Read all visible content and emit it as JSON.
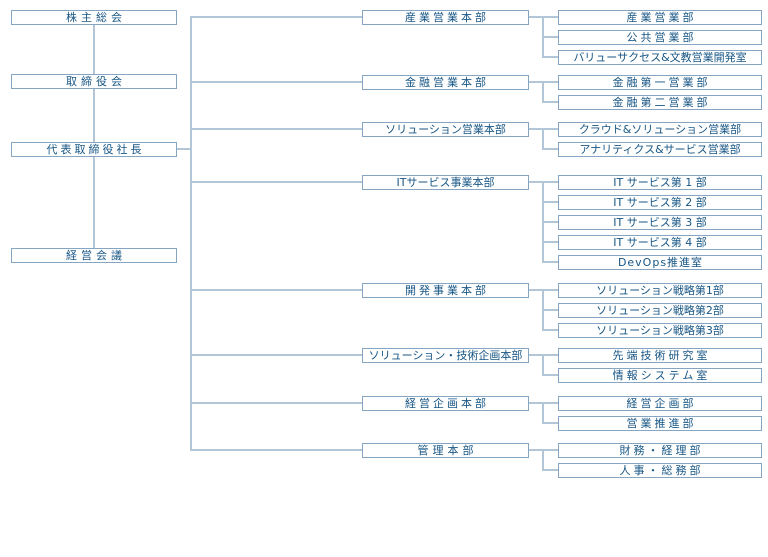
{
  "diagram_type": "organization-chart",
  "colors": {
    "box_border": "#86a5c3",
    "text": "#175685",
    "connector_line": "#b3c6d8",
    "background": "#ffffff"
  },
  "governance": [
    {
      "label": "株主総会"
    },
    {
      "label": "取締役会"
    },
    {
      "label": "代表取締役社長"
    },
    {
      "label": "経営会議"
    }
  ],
  "divisions": [
    {
      "label": "産業営業本部",
      "departments": [
        "産業営業部",
        "公共営業部",
        "バリューサクセス&文教営業開発室"
      ]
    },
    {
      "label": "金融営業本部",
      "departments": [
        "金融第一営業部",
        "金融第二営業部"
      ]
    },
    {
      "label": "ソリューション営業本部",
      "departments": [
        "クラウド&ソリューション営業部",
        "アナリティクス&サービス営業部"
      ]
    },
    {
      "label": "ITサービス事業本部",
      "departments": [
        "IT サービス第 1 部",
        "IT サービス第 2 部",
        "IT サービス第 3 部",
        "IT サービス第 4 部",
        "DevOps推進室"
      ]
    },
    {
      "label": "開発事業本部",
      "departments": [
        "ソリューション戦略第1部",
        "ソリューション戦略第2部",
        "ソリューション戦略第3部"
      ]
    },
    {
      "label": "ソリューション・技術企画本部",
      "departments": [
        "先端技術研究室",
        "情報システム室"
      ]
    },
    {
      "label": "経営企画本部",
      "departments": [
        "経営企画部",
        "営業推進部"
      ]
    },
    {
      "label": "管理本部",
      "departments": [
        "財務・経理部",
        "人事・総務部"
      ]
    }
  ]
}
